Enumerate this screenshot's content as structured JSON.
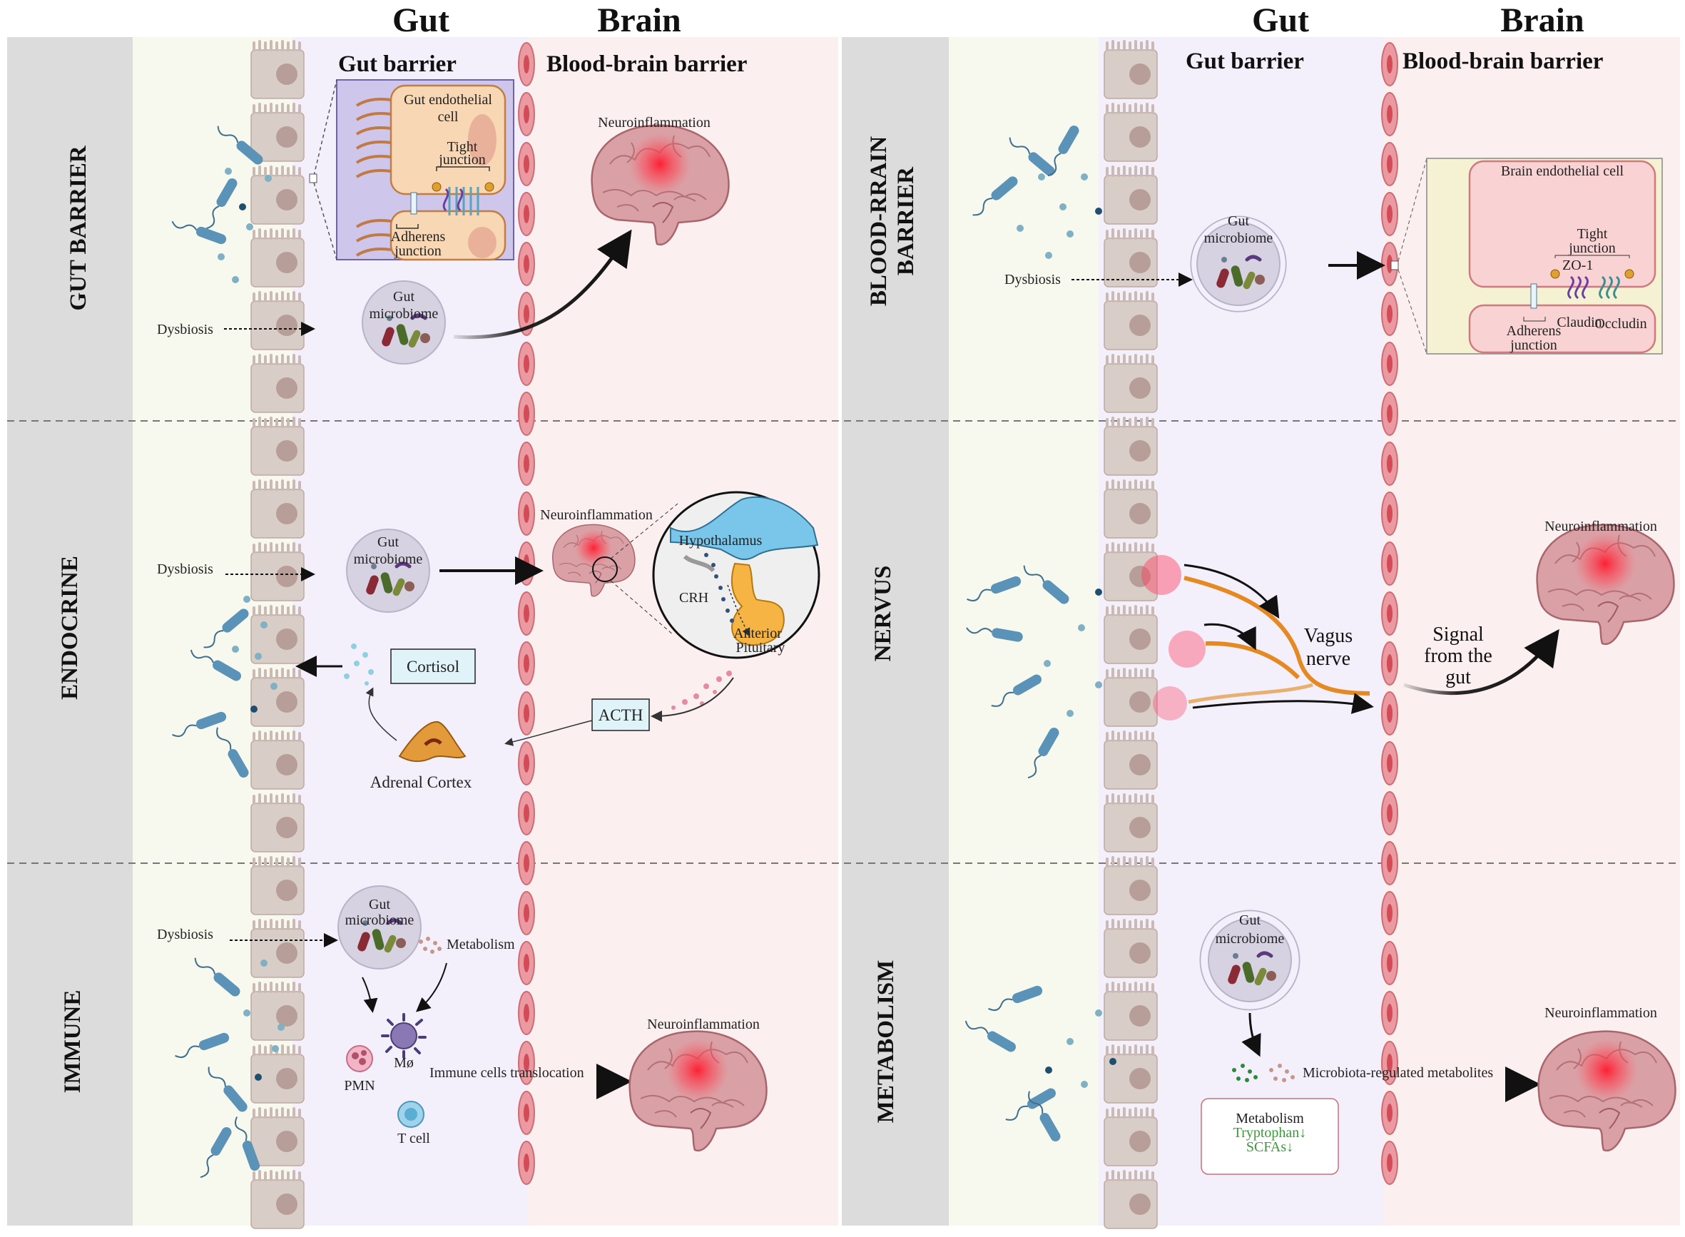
{
  "headers": {
    "left_gut": "Gut",
    "left_brain": "Brain",
    "right_gut": "Gut",
    "right_brain": "Brain",
    "left_gut_barrier": "Gut barrier",
    "left_bbb": "Blood-brain barrier",
    "right_gut_barrier": "Gut barrier",
    "right_bbb": "Blood-brain barrier"
  },
  "sections": {
    "gut_barrier": "GUT BARRIER",
    "endocrine": "ENDOCRINE",
    "immune": "IMMUNE",
    "bbb_line1": "BLOOD-RRAIN",
    "bbb_line2": "BARRIER",
    "nervus": "NERVUS",
    "metabolism": "METABOLISM"
  },
  "gut_barrier_panel": {
    "inset_title_1": "Gut endothelial",
    "inset_title_2": "cell",
    "tight_1": "Tight",
    "tight_2": "junction",
    "adherens_1": "Adherens",
    "adherens_2": "junction",
    "dysbiosis": "Dysbiosis",
    "microbiome_1": "Gut",
    "microbiome_2": "microbiome",
    "neuro": "Neuroinflammation"
  },
  "endocrine_panel": {
    "dysbiosis": "Dysbiosis",
    "microbiome_1": "Gut",
    "microbiome_2": "microbiome",
    "neuro": "Neuroinflammation",
    "hypothalamus": "Hypothalamus",
    "crh": "CRH",
    "anterior": "Anterior",
    "pituitary": "Pituitary",
    "cortisol": "Cortisol",
    "acth": "ACTH",
    "adrenal": "Adrenal Cortex"
  },
  "immune_panel": {
    "dysbiosis": "Dysbiosis",
    "microbiome_1": "Gut",
    "microbiome_2": "microbiome",
    "metabolism": "Metabolism",
    "macrophage": "Mø",
    "pmn": "PMN",
    "tcell": "T cell",
    "translocation": "Immune cells translocation",
    "neuro": "Neuroinflammation"
  },
  "bbb_panel": {
    "dysbiosis": "Dysbiosis",
    "microbiome_1": "Gut",
    "microbiome_2": "microbiome",
    "inset_title": "Brain endothelial cell",
    "tight_1": "Tight",
    "tight_2": "junction",
    "zo1": "ZO-1",
    "adherens_1": "Adherens",
    "adherens_2": "junction",
    "claudin": "Claudin",
    "occludin": "Occludin"
  },
  "nervus_panel": {
    "vagus_1": "Vagus",
    "vagus_2": "nerve",
    "signal_1": "Signal",
    "signal_2": "from the",
    "signal_3": "gut",
    "neuro": "Neuroinflammation"
  },
  "metabolism_panel": {
    "microbiome_1": "Gut",
    "microbiome_2": "microbiome",
    "metabolites": "Microbiota-regulated metabolites",
    "box_title": "Metabolism",
    "tryptophan": "Tryptophan↓",
    "scfas": "SCFAs↓",
    "neuro": "Neuroinflammation"
  },
  "colors": {
    "gray_band": "#dcdcdc",
    "lumen": "#f8f9ee",
    "gut_zone": "#f3f0fb",
    "brain_zone": "#fbeff0",
    "cell": "#d9cdc8",
    "nucleus": "#b79e98",
    "bbb_cell": "#e88f96",
    "bacteria": "#5b93b8",
    "brain": "#d9a1a5",
    "hotspot": "#ff2a3a",
    "vagus": "#e58a22",
    "label_box": "#dff3f8",
    "hypothalamus": "#79c6ea",
    "pituitary": "#f5b444"
  }
}
